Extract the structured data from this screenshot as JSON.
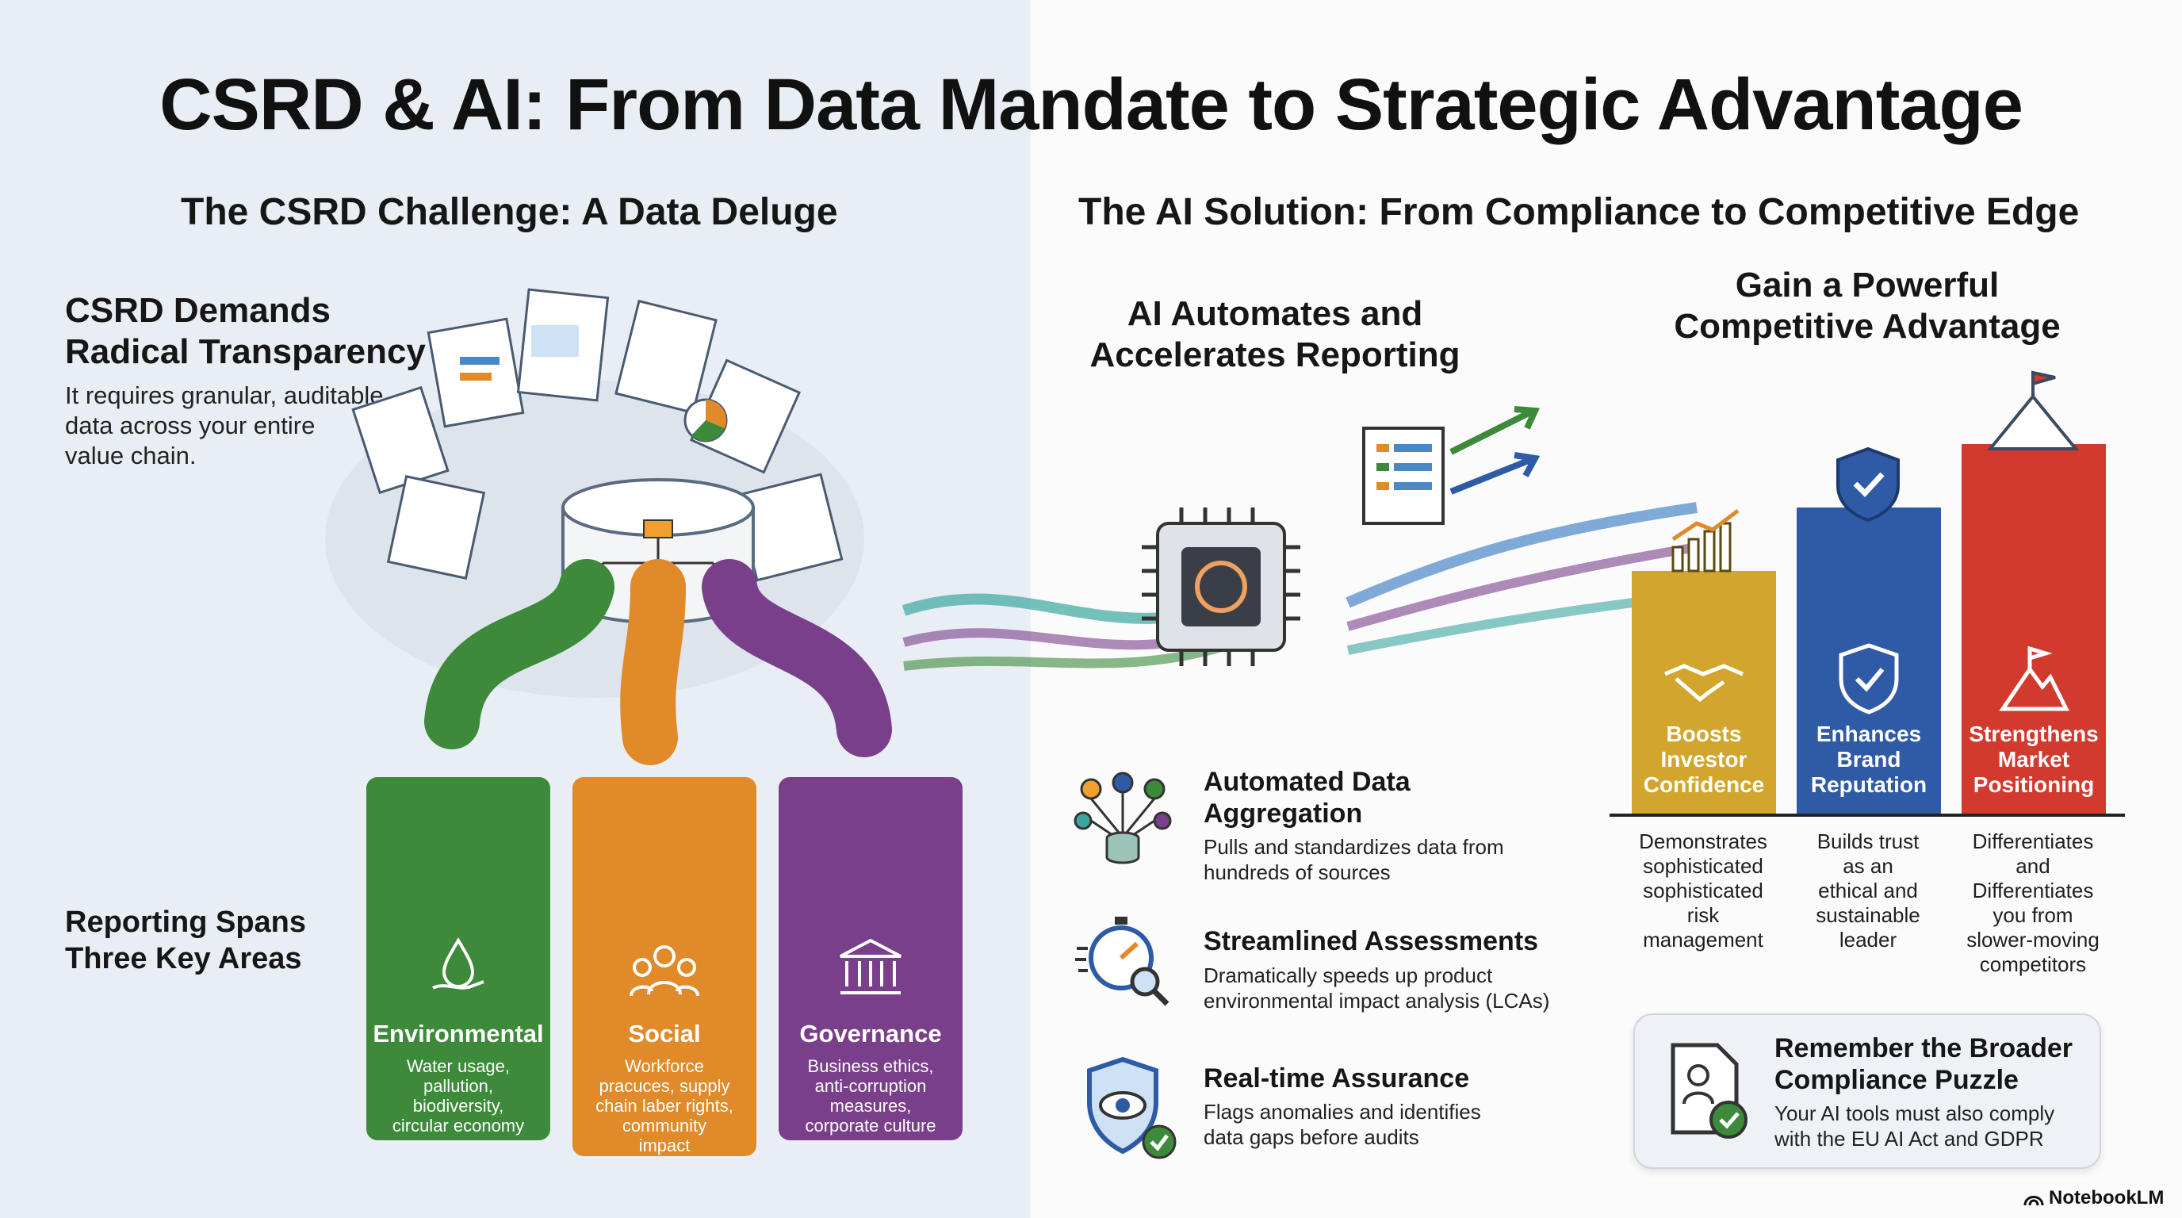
{
  "title": "CSRD & AI: From Data Mandate to Strategic Advantage",
  "left": {
    "section_title": "The CSRD Challenge: A Data Deluge",
    "transparency_heading": [
      "CSRD Demands",
      "Radical Transparency"
    ],
    "transparency_body": [
      "It requires granular, auditable",
      "data across your entire",
      "value chain."
    ],
    "areas_heading": [
      "Reporting Spans",
      "Three Key Areas"
    ],
    "pillars": [
      {
        "label": "Environmental",
        "desc": [
          "Water usage,",
          "pallution,",
          "biodiversity,",
          "circular economy"
        ],
        "icon": "water-drop-hand-icon",
        "color": "#3c8a3a"
      },
      {
        "label": "Social",
        "desc": [
          "Workforce",
          "pracuces, supply",
          "chain laber rights,",
          "community",
          "impact"
        ],
        "icon": "people-group-icon",
        "color": "#e08a2a"
      },
      {
        "label": "Governance",
        "desc": [
          "Business ethics,",
          "anti-corruption",
          "measures,",
          "corporate culture"
        ],
        "icon": "institution-icon",
        "color": "#7a3f8a"
      }
    ]
  },
  "right": {
    "section_title": "The AI Solution: From Compliance to Competitive Edge",
    "automates_heading": [
      "AI Automates and",
      "Accelerates Reporting"
    ],
    "features": [
      {
        "title": [
          "Automated Data",
          "Aggregation"
        ],
        "desc": [
          "Pulls and standardizes data from",
          "hundreds of sources"
        ],
        "icon": "data-network-icon"
      },
      {
        "title": [
          "Streamlined Assessments"
        ],
        "desc": [
          "Dramatically speeds up product",
          "environmental impact analysis (LCAs)"
        ],
        "icon": "stopwatch-magnifier-icon"
      },
      {
        "title": [
          "Real-time Assurance"
        ],
        "desc": [
          "Flags anomalies and identifies",
          "data gaps before audits"
        ],
        "icon": "shield-eye-icon"
      }
    ],
    "advantage_heading": [
      "Gain a Powerful",
      "Competitive Advantage"
    ],
    "bars": [
      {
        "label": [
          "Boosts",
          "Investor",
          "Confidence"
        ],
        "desc": [
          "Demonstrates",
          "sophisticated",
          "sophisticated",
          "risk",
          "management"
        ],
        "color": "#d2a52c",
        "icon": "handshake-icon"
      },
      {
        "label": [
          "Enhances",
          "Brand",
          "Reputation"
        ],
        "desc": [
          "Builds trust",
          "as an",
          "ethical and",
          "sustainable",
          "leader"
        ],
        "color": "#2f5aa6",
        "icon": "shield-check-icon"
      },
      {
        "label": [
          "Strengthens",
          "Market",
          "Positioning"
        ],
        "desc": [
          "Differentiates",
          "and",
          "Differentiates",
          "you from",
          "slower-moving",
          "competitors"
        ],
        "color": "#d33a2e",
        "icon": "mountain-flag-icon"
      }
    ],
    "note": {
      "title": [
        "Remember the Broader",
        "Compliance Puzzle"
      ],
      "desc": [
        "Your AI tools must also comply",
        "with the EU AI Act and GDPR"
      ],
      "icon": "document-check-icon"
    }
  },
  "brand": "NotebookLM"
}
